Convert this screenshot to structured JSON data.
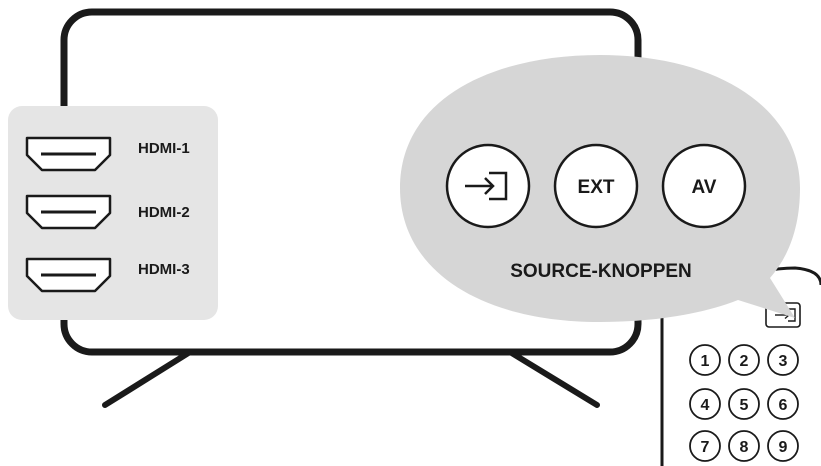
{
  "hdmi_ports": [
    {
      "label": "HDMI-1",
      "icon": "hdmi-port-icon"
    },
    {
      "label": "HDMI-2",
      "icon": "hdmi-port-icon"
    },
    {
      "label": "HDMI-3",
      "icon": "hdmi-port-icon"
    }
  ],
  "callout": {
    "buttons": [
      {
        "type": "icon",
        "icon": "input-source-icon"
      },
      {
        "type": "text",
        "label": "EXT"
      },
      {
        "type": "text",
        "label": "AV"
      }
    ],
    "caption": "SOURCE-KNOPPEN"
  },
  "remote": {
    "source_icon": "input-source-icon",
    "keys": [
      "1",
      "2",
      "3",
      "4",
      "5",
      "6",
      "7",
      "8",
      "9"
    ]
  },
  "colors": {
    "line": "#1a1a1a",
    "panel": "#e5e5e5",
    "bubble": "#d6d6d6",
    "background": "#ffffff"
  }
}
